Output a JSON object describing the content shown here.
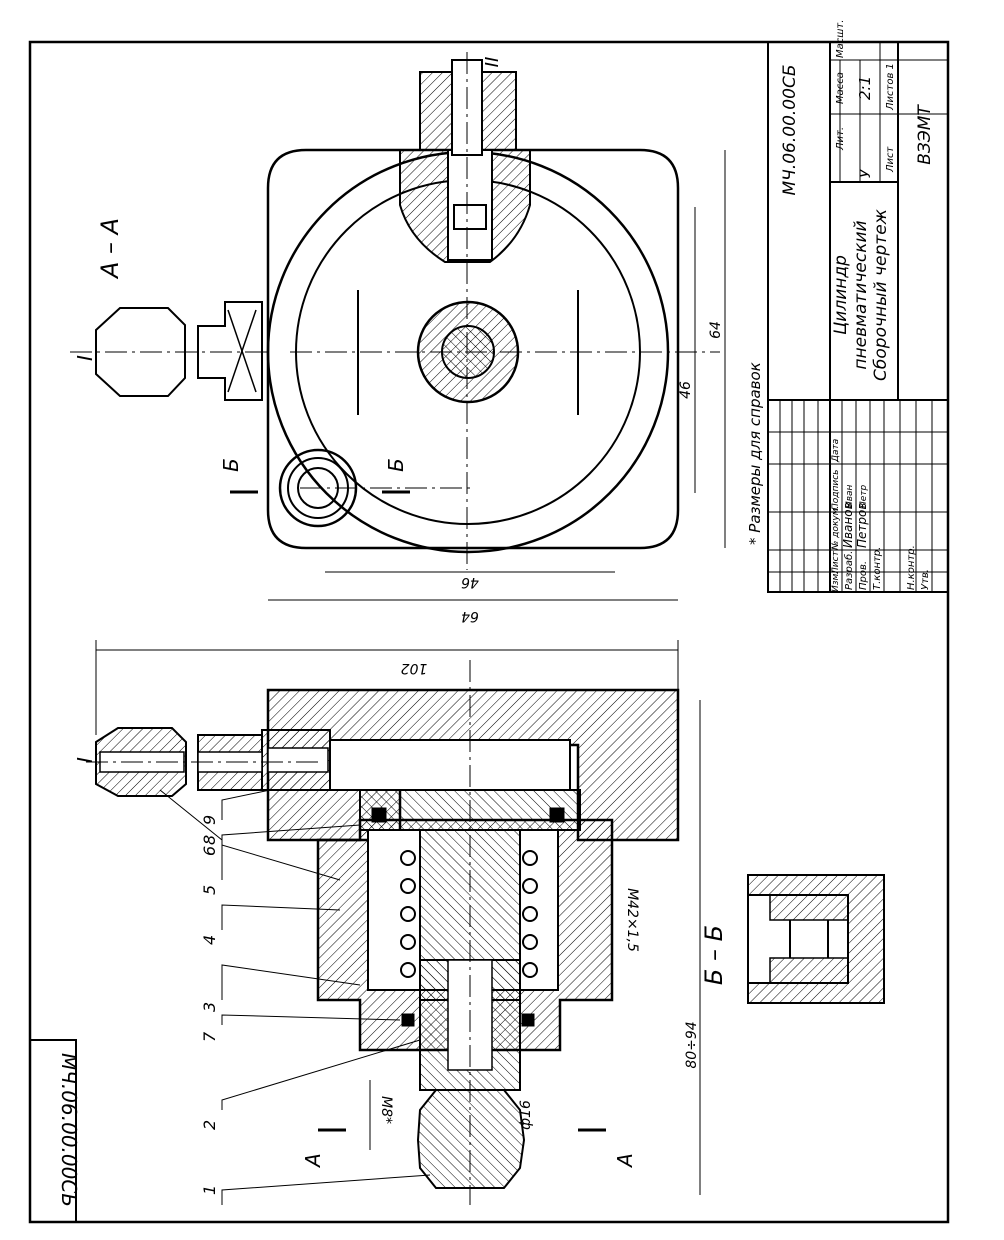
{
  "drawing_number": "МЧ.06.00.00СБ",
  "drawing_number_side": "МЧ.06.00.00СБ",
  "title_block": {
    "drawing_number": "МЧ.06.00.00СБ",
    "name_line1": "Цилиндр",
    "name_line2": "пневматический",
    "name_line3": "Сборочный чертеж",
    "lit_label": "Лит.",
    "mass_label": "Масса",
    "scale_label": "Масшт.",
    "lit_value": "У",
    "scale_value": "2:1",
    "sheet_label": "Лист",
    "sheets_label": "Листов 1",
    "organization": "ВЗЭМТ",
    "rev_headers": [
      "Изм.",
      "Лист",
      "№ докум.",
      "Подпись",
      "Дата"
    ],
    "roles": [
      "Разраб.",
      "Пров.",
      "Т.контр.",
      "",
      "Н.контр.",
      "Утв."
    ],
    "names": [
      "Иванов",
      "Петров",
      "",
      "",
      "",
      ""
    ],
    "signatures": [
      "Иван",
      "Петр",
      "",
      "",
      "",
      ""
    ]
  },
  "note": "* Размеры для справок",
  "views": {
    "section_aa": "А – А",
    "section_bb": "Б – Б",
    "cut_a": "А",
    "cut_b": "Б",
    "view_i": "I",
    "view_ii": "II"
  },
  "dimensions": {
    "overall_height": "102",
    "stroke_range": "80÷94",
    "thread_body": "М42×1,5",
    "thread_rod": "М8*",
    "rod_diameter": "ф16",
    "square_inner_h": "46",
    "square_outer_h": "64",
    "square_inner_w": "46",
    "square_outer_w": "64"
  },
  "leaders": [
    "1",
    "2",
    "7",
    "3",
    "4",
    "5",
    "6",
    "9",
    "8"
  ]
}
